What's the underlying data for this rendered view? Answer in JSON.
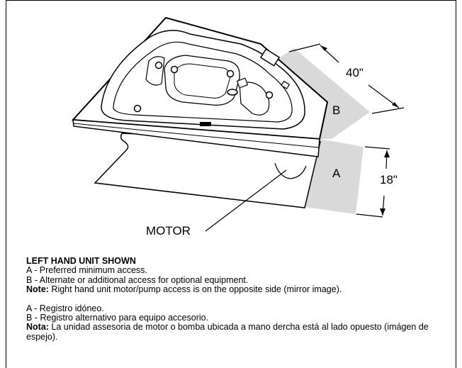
{
  "labels": {
    "dim_40": "40\"",
    "dim_18": "18\"",
    "zone_a": "A",
    "zone_b": "B",
    "motor": "MOTOR"
  },
  "notes": {
    "heading": "LEFT HAND UNIT SHOWN",
    "en_a": "A - Preferred minimum access.",
    "en_b": "B - Alternate or additional access for optional equipment.",
    "en_note_label": "Note:",
    "en_note_text": "  Right hand unit motor/pump access is on the opposite side (mirror image).",
    "es_a": "A - Registro idóneo.",
    "es_b": "B - Registro alternativo para equipo accesorio.",
    "es_note_label": "Nota:",
    "es_note_text": "  La unidad assesoria de motor o bomba ubicada a mano dercha está al lado opuesto (imágen de espejo)."
  },
  "colors": {
    "access_zone": "#d9d9d9",
    "line": "#000000"
  }
}
